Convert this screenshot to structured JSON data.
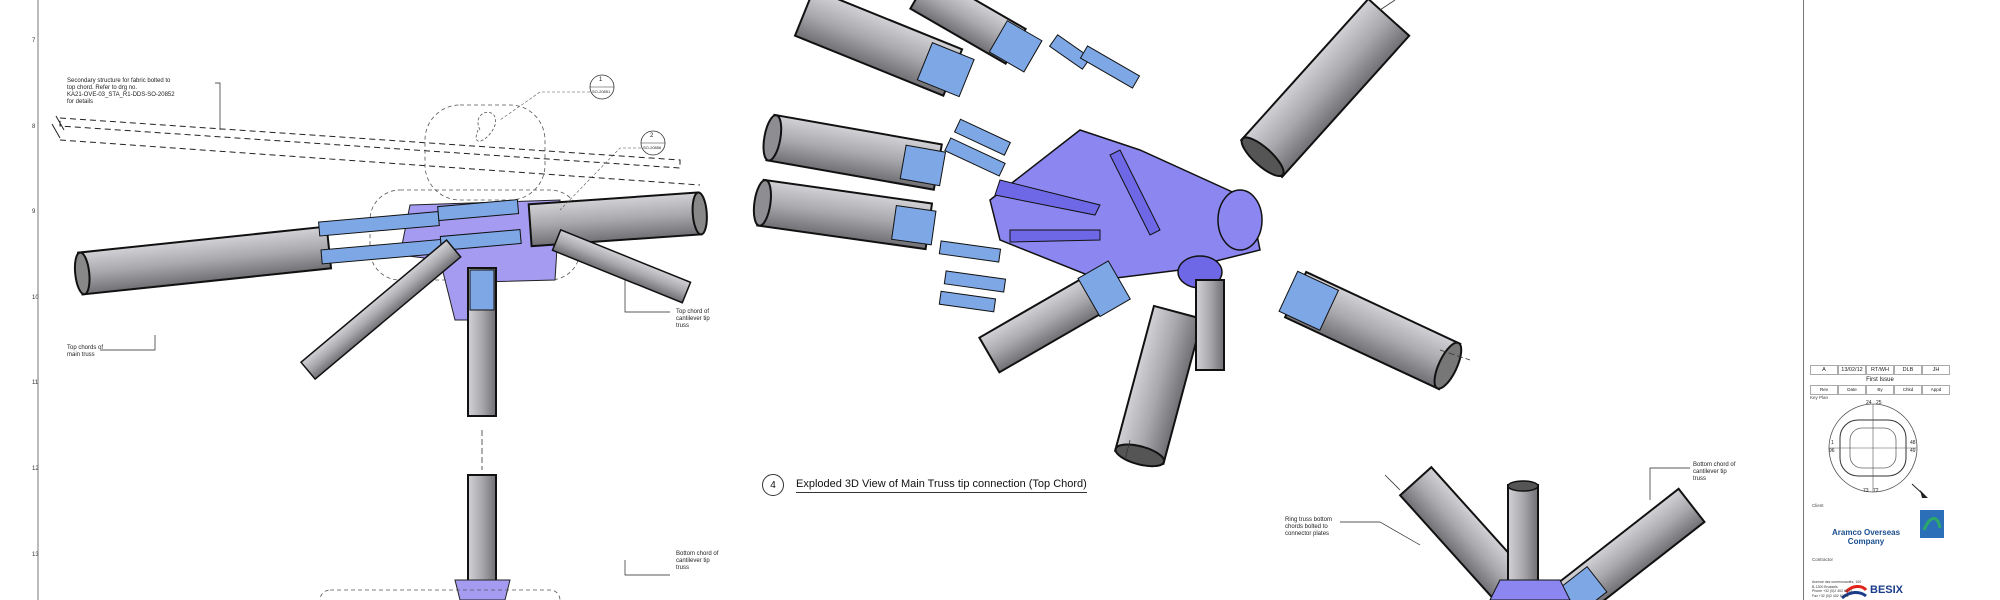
{
  "drawing": {
    "view_title": "Exploded 3D View of Main Truss tip connection (Top Chord)",
    "view_number": "4"
  },
  "row_numbers": [
    "7",
    "8",
    "9",
    "10",
    "11",
    "12",
    "13"
  ],
  "notes": {
    "secondary": [
      "Secondary structure for fabric bolted to",
      "top chord. Refer to drg no.",
      "KA21-OVE-03_STA_R1-DDS-SO-20852",
      "for details"
    ],
    "top_chords_main": [
      "Top chords of",
      "main truss"
    ],
    "top_chord_cantilever": [
      "Top chord of",
      "cantilever tip",
      "truss"
    ],
    "bottom_chord_cantilever_lower": [
      "Bottom chord of",
      "cantilever tip",
      "truss"
    ],
    "ring_truss": [
      "Ring truss bottom",
      "chords bolted to",
      "connector plates"
    ],
    "bottom_chord_cantilever_right": [
      "Bottom chord of",
      "cantilever tip",
      "truss"
    ]
  },
  "section_bubbles": [
    {
      "num": "1",
      "ref": "SO-20851"
    },
    {
      "num": "2",
      "ref": "SO-20856"
    }
  ],
  "title_block": {
    "revision": [
      "A",
      "13/02/12",
      "RT/WH",
      "DLB",
      "JH"
    ],
    "first_issue": "First Issue",
    "rev_headers": [
      "Rev",
      "Date",
      "By",
      "Chkd",
      "Appd"
    ],
    "key_plan_label": "Key Plan",
    "key_plan_numbers": [
      "24",
      "25",
      "1",
      "96",
      "48",
      "49",
      "73",
      "72"
    ],
    "client_label": "Client",
    "client_name": [
      "Aramco Overseas",
      "Company"
    ],
    "contractor_label": "Contractor",
    "contractor_address": [
      "Avenue des communautés, 100",
      "B-1200 Brussels",
      "Phone +32 (0)2 402 62 11",
      "Fax +32 (0)2 402 62 05"
    ],
    "contractor_name": "BESIX"
  },
  "colors": {
    "steel_grey": "#a9a9ad",
    "plate_blue": "#7ea7e6",
    "node_purple": "#8c87f0",
    "outline": "#1a1a1a",
    "aramco_blue": "#1a4e8f",
    "besix_blue": "#1a3c8a"
  }
}
